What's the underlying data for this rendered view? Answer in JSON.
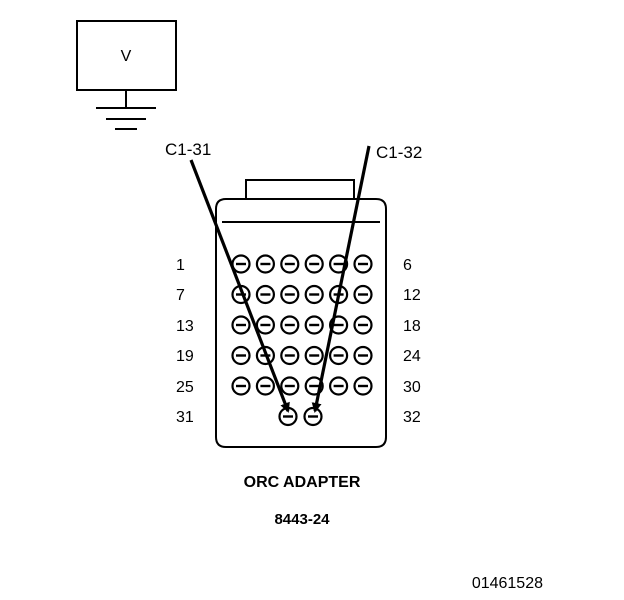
{
  "meter": {
    "label": "V"
  },
  "probes": [
    {
      "label": "C1-31",
      "target_pin": 31
    },
    {
      "label": "C1-32",
      "target_pin": 32
    }
  ],
  "connector": {
    "pin_labels": {
      "left": [
        "1",
        "7",
        "13",
        "19",
        "25",
        "31"
      ],
      "right": [
        "6",
        "12",
        "18",
        "24",
        "30",
        "32"
      ]
    },
    "pin_rows": [
      6,
      6,
      6,
      6,
      6,
      2
    ]
  },
  "caption": {
    "name": "ORC ADAPTER",
    "part_number": "8443-24"
  },
  "figure_id": "01461528"
}
